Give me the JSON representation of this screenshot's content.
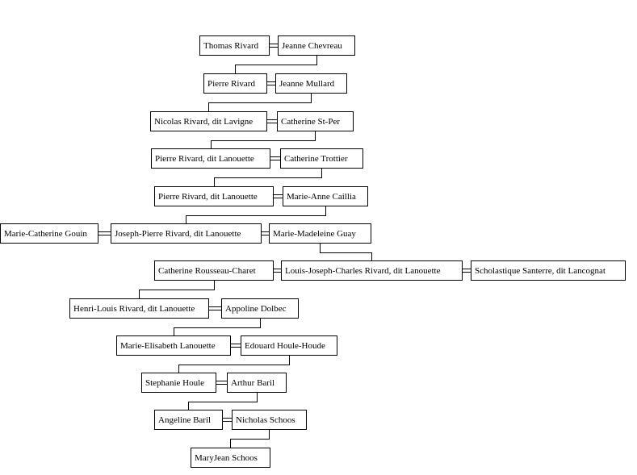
{
  "people": {
    "p01": "Thomas Rivard",
    "p02": "Jeanne Chevreau",
    "p03": "Pierre Rivard",
    "p04": "Jeanne Mullard",
    "p05": "Nicolas Rivard, dit Lavigne",
    "p06": "Catherine St-Per",
    "p07": "Pierre Rivard, dit Lanouette",
    "p08": "Catherine Trottier",
    "p09": "Pierre Rivard, dit Lanouette",
    "p10": "Marie-Anne Caillia",
    "p11": "Marie-Catherine Gouin",
    "p12": "Joseph-Pierre Rivard, dit Lanouette",
    "p13": "Marie-Madeleine Guay",
    "p14": "Catherine Rousseau-Charet",
    "p15": "Louis-Joseph-Charles Rivard, dit Lanouette",
    "p16": "Scholastique Santerre, dit Lancognat",
    "p17": "Henri-Louis Rivard, dit Lanouette",
    "p18": "Appoline Dolbec",
    "p19": "Marie-Elisabeth Lanouette",
    "p20": "Edouard Houle-Houde",
    "p21": "Stephanie Houle",
    "p22": "Arthur Baril",
    "p23": "Angeline Baril",
    "p24": "Nicholas Schoos",
    "p25": "MaryJean Schoos"
  },
  "marriages": [
    [
      "p01",
      "p02"
    ],
    [
      "p03",
      "p04"
    ],
    [
      "p05",
      "p06"
    ],
    [
      "p07",
      "p08"
    ],
    [
      "p09",
      "p10"
    ],
    [
      "p11",
      "p12"
    ],
    [
      "p12",
      "p13"
    ],
    [
      "p14",
      "p15"
    ],
    [
      "p15",
      "p16"
    ],
    [
      "p17",
      "p18"
    ],
    [
      "p19",
      "p20"
    ],
    [
      "p21",
      "p22"
    ],
    [
      "p23",
      "p24"
    ]
  ],
  "descents": [
    [
      "p02",
      "p03"
    ],
    [
      "p04",
      "p05"
    ],
    [
      "p06",
      "p07"
    ],
    [
      "p08",
      "p09"
    ],
    [
      "p10",
      "p12"
    ],
    [
      "p13",
      "p15"
    ],
    [
      "p14",
      "p17"
    ],
    [
      "p18",
      "p19"
    ],
    [
      "p20",
      "p21"
    ],
    [
      "p22",
      "p23"
    ],
    [
      "p24",
      "p25"
    ]
  ]
}
